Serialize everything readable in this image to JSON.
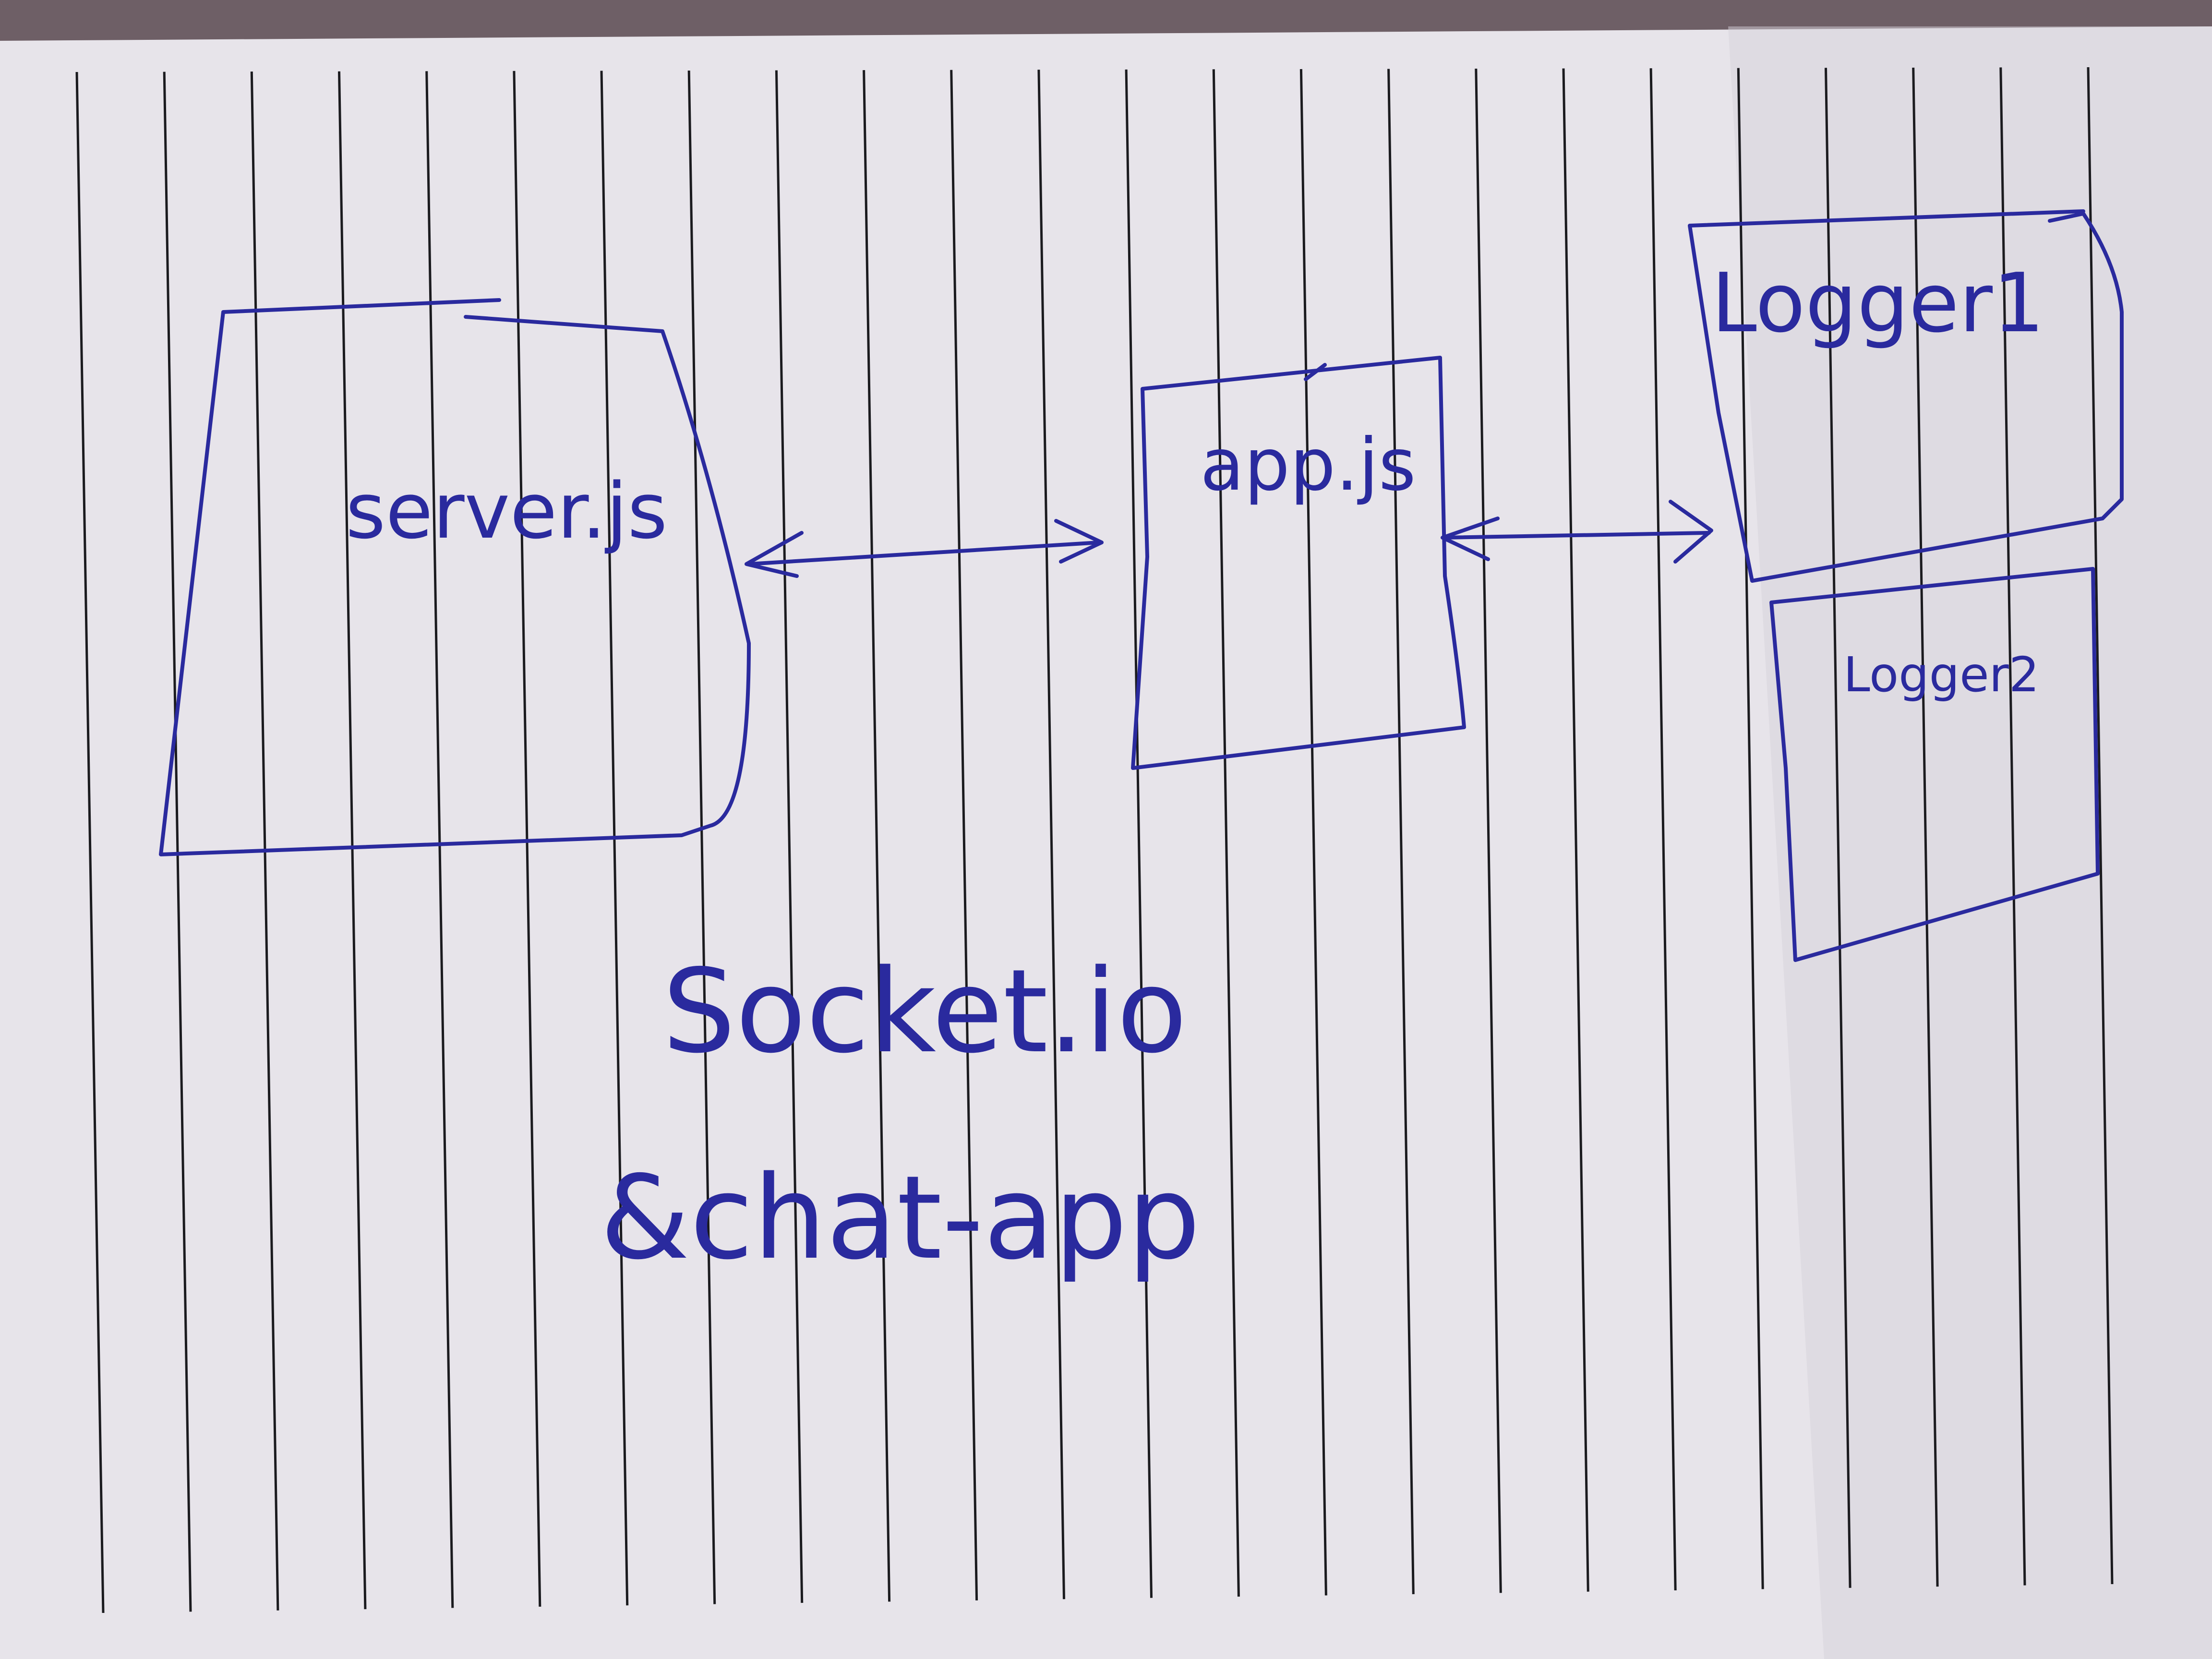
{
  "colors": {
    "background": "#6e5f66",
    "paper": "#e7e4ea",
    "rule_lines": "#1b1b1f",
    "ink": "#2a2a9e"
  },
  "nodes": {
    "server": {
      "label": "server.js"
    },
    "app": {
      "label": "app.js"
    },
    "logger1": {
      "label": "Logger1"
    },
    "logger2": {
      "label": "Logger2"
    }
  },
  "edges": [
    {
      "from": "server",
      "to": "app",
      "arrowheads": "both"
    },
    {
      "from": "app",
      "to": "logger1",
      "arrowheads": "both"
    }
  ],
  "notes": {
    "line1": "Socket.io",
    "line2": "&chat-app"
  }
}
